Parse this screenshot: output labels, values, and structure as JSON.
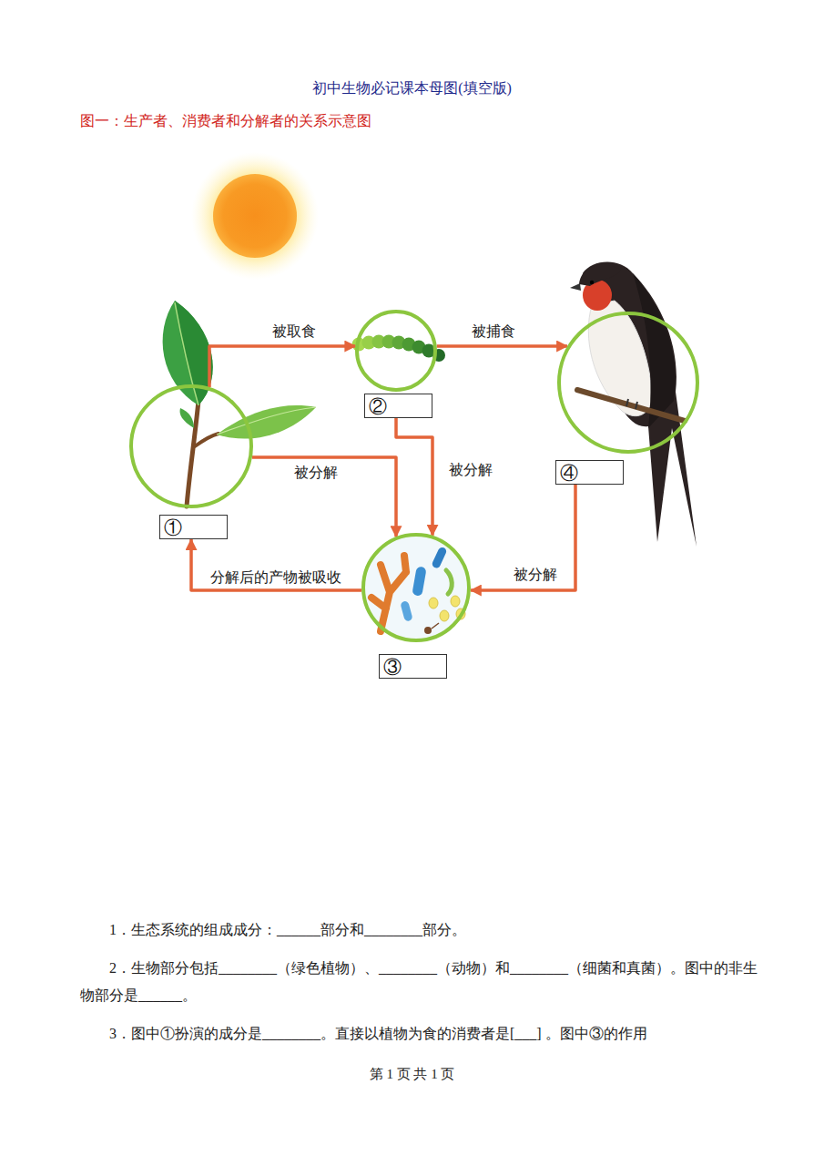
{
  "diagram": {
    "title": "初中生物必记课本母图(填空版)",
    "nodes": [
      {
        "text": [
          "①"
        ]
      },
      {
        "text": [
          "②"
        ]
      },
      {
        "text": [
          "③"
        ]
      },
      {
        "text": [
          "④"
        ]
      }
    ],
    "edges": [
      {
        "from": 0,
        "to": 1,
        "arrow": "to",
        "label": "被取食"
      },
      {
        "from": 1,
        "to": 3,
        "arrow": "to",
        "label": "被捕食"
      },
      {
        "from": 0,
        "to": 2,
        "arrow": "to",
        "label": "被分解"
      },
      {
        "from": 1,
        "to": 2,
        "arrow": "to",
        "label": "被分解"
      },
      {
        "from": 3,
        "to": 2,
        "arrow": "to",
        "label": "被分解"
      },
      {
        "from": 2,
        "to": 0,
        "arrow": "to",
        "label": "分解后的产物被吸收"
      }
    ],
    "labels": [
      "图一：生产者、消费者和分解者的关系示意图",
      "1．生态系统的组成成分：______部分和________部分。",
      "2．生物部分包括________（绿色植物）、________（动物）和________（细菌和真菌）。图中的非生物部分是______。",
      "3．图中①扮演的成分是________。直接以植物为食的消费者是[___] 。图中③的作用",
      "第 1 页 共 1 页"
    ]
  }
}
